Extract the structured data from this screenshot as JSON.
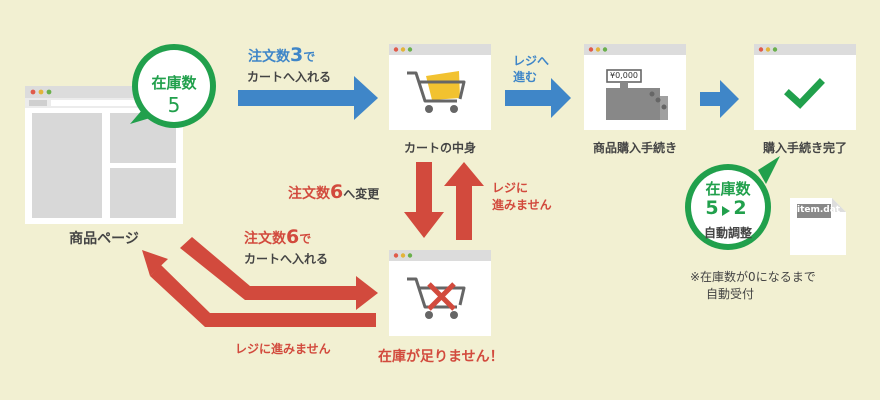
{
  "product_page": {
    "label": "商品ページ"
  },
  "stock_badge": {
    "title": "在庫数",
    "value": "5"
  },
  "top_order": {
    "prefix": "注文数",
    "qty": "3",
    "suffix": "で",
    "line2": "カートへ入れる"
  },
  "cart_contents": {
    "label": "カートの中身"
  },
  "to_register": {
    "line1": "レジへ",
    "line2": "進む"
  },
  "register": {
    "display": "¥0,000"
  },
  "checkout_procedure": {
    "label": "商品購入手続き"
  },
  "checkout_complete": {
    "label": "購入手続き完了"
  },
  "change_order": {
    "prefix": "注文数",
    "qty": "6",
    "suffix": "へ変更"
  },
  "cannot_proceed_right": {
    "line1": "レジに",
    "line2": "進みません"
  },
  "bottom_order": {
    "prefix": "注文数",
    "qty": "6",
    "suffix": "で",
    "line2": "カートへ入れる"
  },
  "cannot_proceed_bottom": {
    "label": "レジに進みません"
  },
  "out_of_stock": {
    "label": "在庫が足りません！"
  },
  "adjust_badge": {
    "title": "在庫数",
    "from": "5",
    "to": "2",
    "caption": "自動調整"
  },
  "data_file": {
    "name": "item.dat"
  },
  "auto_note": {
    "line1": "※在庫数が0になるまで",
    "line2": "自動受付"
  },
  "colors": {
    "background": "#f2f0d2",
    "blue": "#3f86c8",
    "red": "#d24a3d",
    "green": "#21a04c",
    "yellow": "#f2c230"
  }
}
